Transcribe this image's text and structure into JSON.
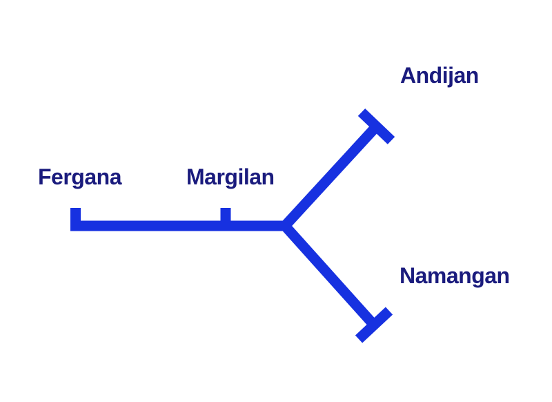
{
  "diagram": {
    "type": "route-map",
    "background_color": "#ffffff",
    "line_color": "#1731e0",
    "label_color": "#1a1b7d",
    "stations": [
      {
        "id": "fergana",
        "label": "Fergana"
      },
      {
        "id": "margilan",
        "label": "Margilan"
      },
      {
        "id": "andijan",
        "label": "Andijan"
      },
      {
        "id": "namangan",
        "label": "Namangan"
      }
    ]
  }
}
